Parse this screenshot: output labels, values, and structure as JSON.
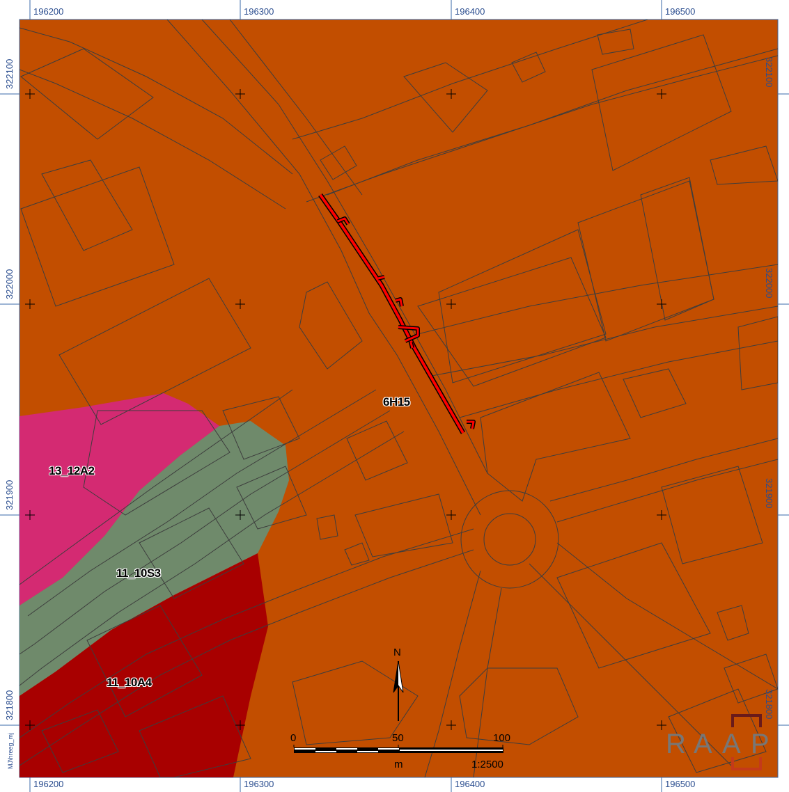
{
  "map": {
    "coordinates_x": [
      "196200",
      "196300",
      "196400",
      "196500"
    ],
    "coordinates_y": [
      "322100",
      "322000",
      "321900",
      "321800"
    ],
    "units": [
      {
        "label": "13_12A2",
        "color": "#d42a72"
      },
      {
        "label": "11_10S3",
        "color": "#6f8a6b"
      },
      {
        "label": "11_10A4",
        "color": "#a80000"
      },
      {
        "label": "6H15",
        "color": "#c24e00"
      }
    ],
    "trench_color": "#ff0000",
    "line_color": "#3d3d3d"
  },
  "north_arrow": {
    "label": "N",
    "icon": "north-arrow-icon"
  },
  "scale_bar": {
    "labels": [
      "0",
      "50",
      "100"
    ],
    "unit": "m",
    "ratio": "1:2500"
  },
  "logo": {
    "letters": [
      "R",
      "A",
      "A",
      "P"
    ]
  },
  "credit": "MJ\\hreeg_mj"
}
